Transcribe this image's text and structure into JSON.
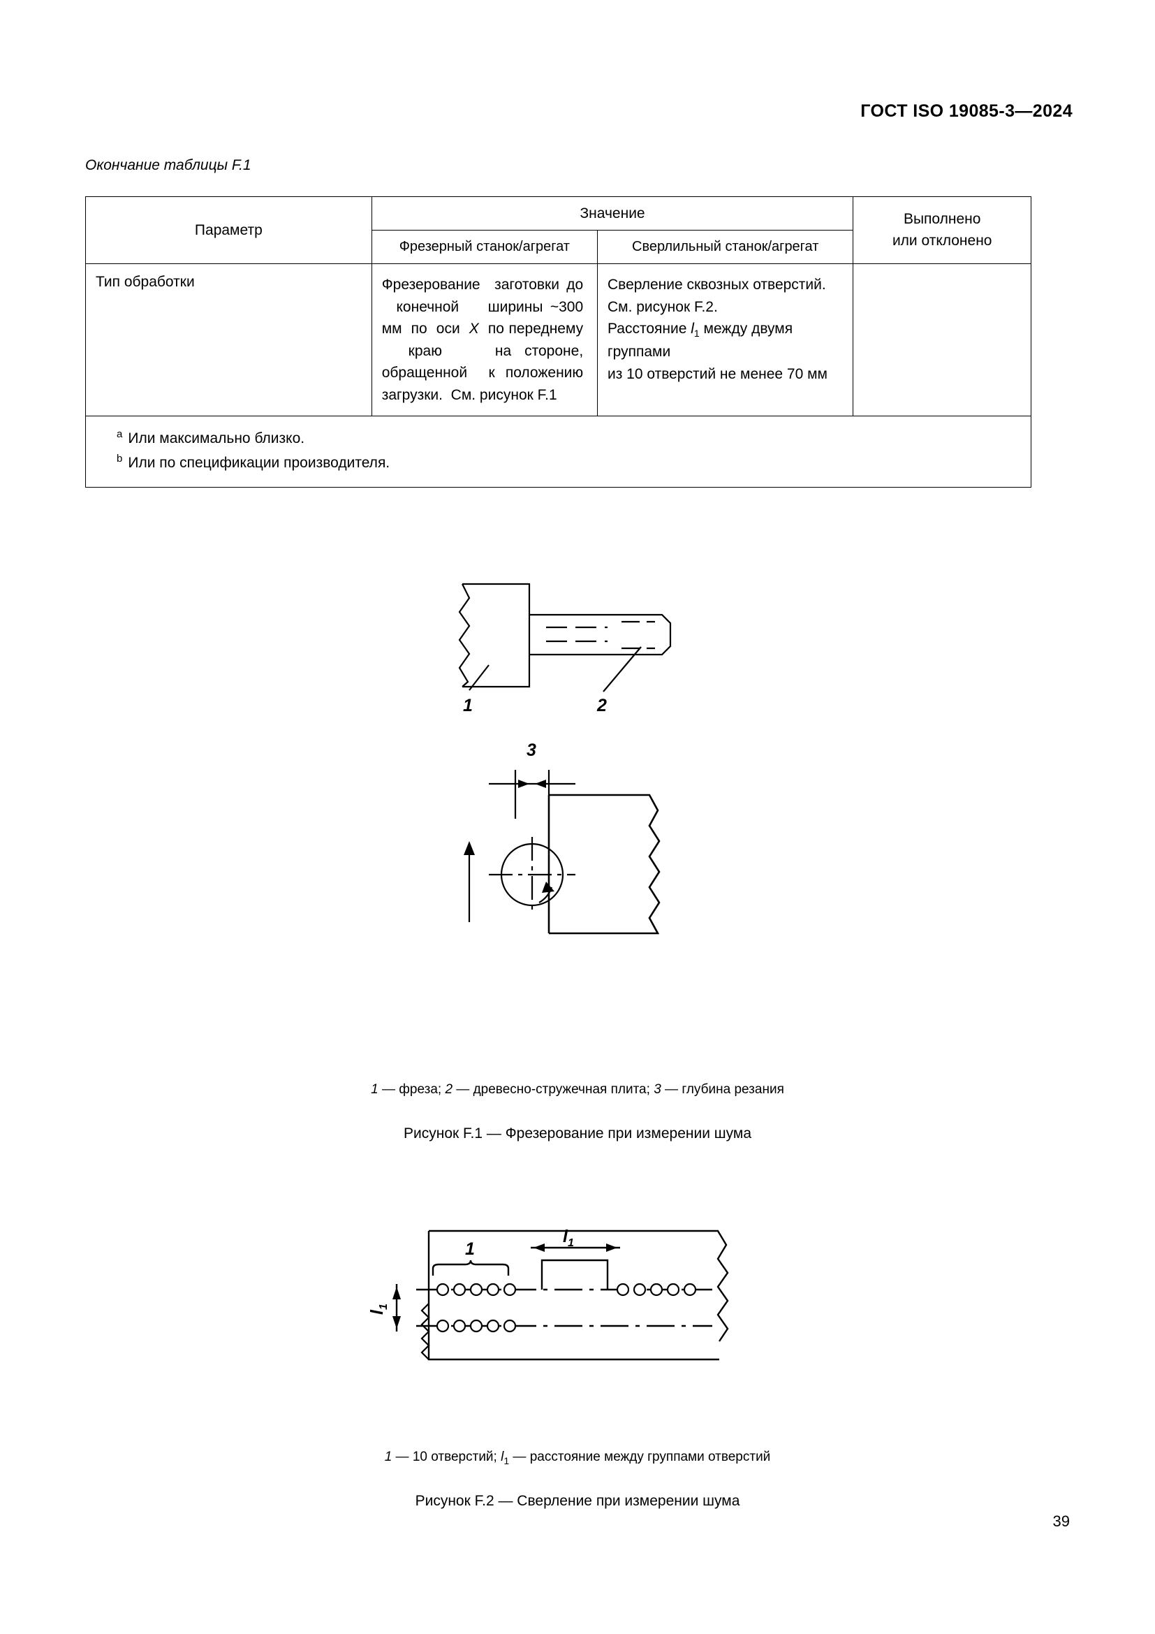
{
  "header": {
    "standard": "ГОСТ ISO 19085-3—2024"
  },
  "table": {
    "caption": "Окончание таблицы F.1",
    "headers": {
      "param": "Параметр",
      "value": "Значение",
      "value_sub_1": "Фрезерный станок/агрегат",
      "value_sub_2": "Сверлильный станок/агрегат",
      "done_line1": "Выполнено",
      "done_line2": "или  отклонено"
    },
    "rows": [
      {
        "param": "Тип обработки",
        "milling": "Фрезерование заготовки до конечной ширины ~300 мм по оси X по переднему краю на стороне, обращенной к положению загрузки. См. рисунок F.1",
        "drilling": "Сверление сквозных отверстий. См. рисунок F.2. Расстояние l1 между двумя группами из 10 отверстий не менее 70 мм",
        "done": ""
      }
    ],
    "footnotes": [
      {
        "mark": "a",
        "text": "Или максимально близко."
      },
      {
        "mark": "b",
        "text": "Или по спецификации производителя."
      }
    ]
  },
  "figure1": {
    "labels": {
      "one": "1",
      "two": "2",
      "three": "3"
    },
    "legend": "1 — фреза; 2 — древесно-стружечная плита; 3 — глубина резания",
    "title": "Рисунок F.1 — Фрезерование при измерении шума"
  },
  "figure2": {
    "labels": {
      "one": "1",
      "dist": "l1",
      "vdist": "l1"
    },
    "legend": "1 — 10 отверстий; l1 — расстояние между группами отверстий",
    "title": "Рисунок F.2 — Сверление при измерении шума"
  },
  "page_number": "39"
}
